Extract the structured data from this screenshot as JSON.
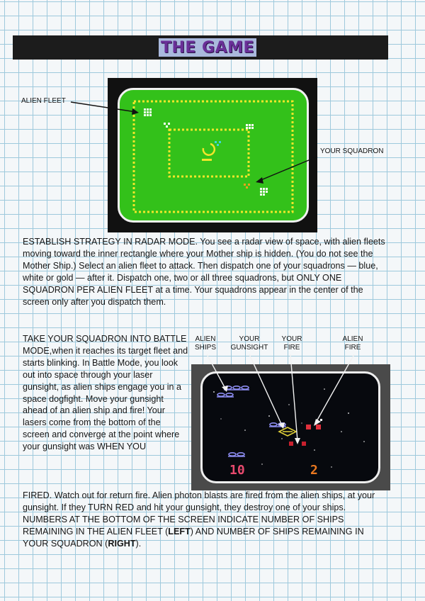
{
  "header": {
    "title": "THE GAME"
  },
  "radar": {
    "label_alien_fleet": "ALIEN FLEET",
    "label_your_squadron": "YOUR SQUADRON",
    "screen_color": "#33c11a",
    "dot_color": "#f2e62a"
  },
  "strategy_text": "ESTABLISH STRATEGY IN RADAR MODE. You see a radar view of space, with alien fleets moving toward the inner rectangle where your Mother ship is hidden. (You do not see the Mother Ship.) Select an alien fleet to attack. Then dispatch one of your squadrons — blue, white or gold — after it. Dispatch one, two or all three squadrons, but ONLY ONE SQUADRON PER ALIEN FLEET at a time. Your squadrons appear in the center of the screen only after you dispatch them.",
  "battle": {
    "label_alien_ships": "ALIEN SHIPS",
    "label_your_gunsight": "YOUR GUNSIGHT",
    "label_your_fire": "YOUR FIRE",
    "label_alien_fire": "ALIEN FIRE",
    "score_left": "10",
    "score_right": "2",
    "text_side": "TAKE YOUR SQUADRON INTO BATTLE MODE,when it reaches its target fleet and starts blinking. In Battle Mode, you look out into space through your laser gunsight, as alien ships engage you in a space dogfight. Move your gunsight ahead of an alien ship and fire! Your lasers come from the bottom of the screen and converge at the point where your gunsight was WHEN YOU",
    "text_full_before_left": "FIRED. Watch out for return fire. Alien photon blasts are fired from the alien ships, at your gunsight. If they TURN RED and hit your gunsight, they destroy one of your ships. NUMBERS AT THE BOTTOM OF THE SCREEN INDICATE NUMBER OF SHIPS REMAINING IN THE ALIEN FLEET (",
    "word_left": "LEFT",
    "text_full_middle": ") AND NUMBER OF SHIPS REMAINING IN YOUR SQUADRON (",
    "word_right": "RIGHT",
    "text_full_end": ")."
  }
}
